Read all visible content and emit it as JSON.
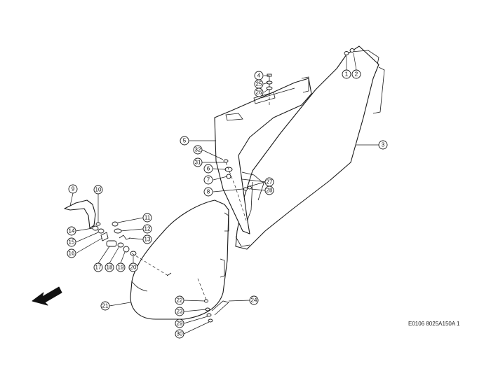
{
  "callouts": [
    "1",
    "2",
    "3",
    "4",
    "5",
    "6",
    "7",
    "8",
    "9",
    "10",
    "11",
    "12",
    "13",
    "14",
    "15",
    "16",
    "17",
    "18",
    "19",
    "20",
    "21",
    "22",
    "23",
    "24",
    "25",
    "26",
    "27",
    "28",
    "29",
    "30",
    "31",
    "32"
  ],
  "reference_code": "E0106 8025A150A 1",
  "icons": [
    "direction-arrow-icon"
  ]
}
